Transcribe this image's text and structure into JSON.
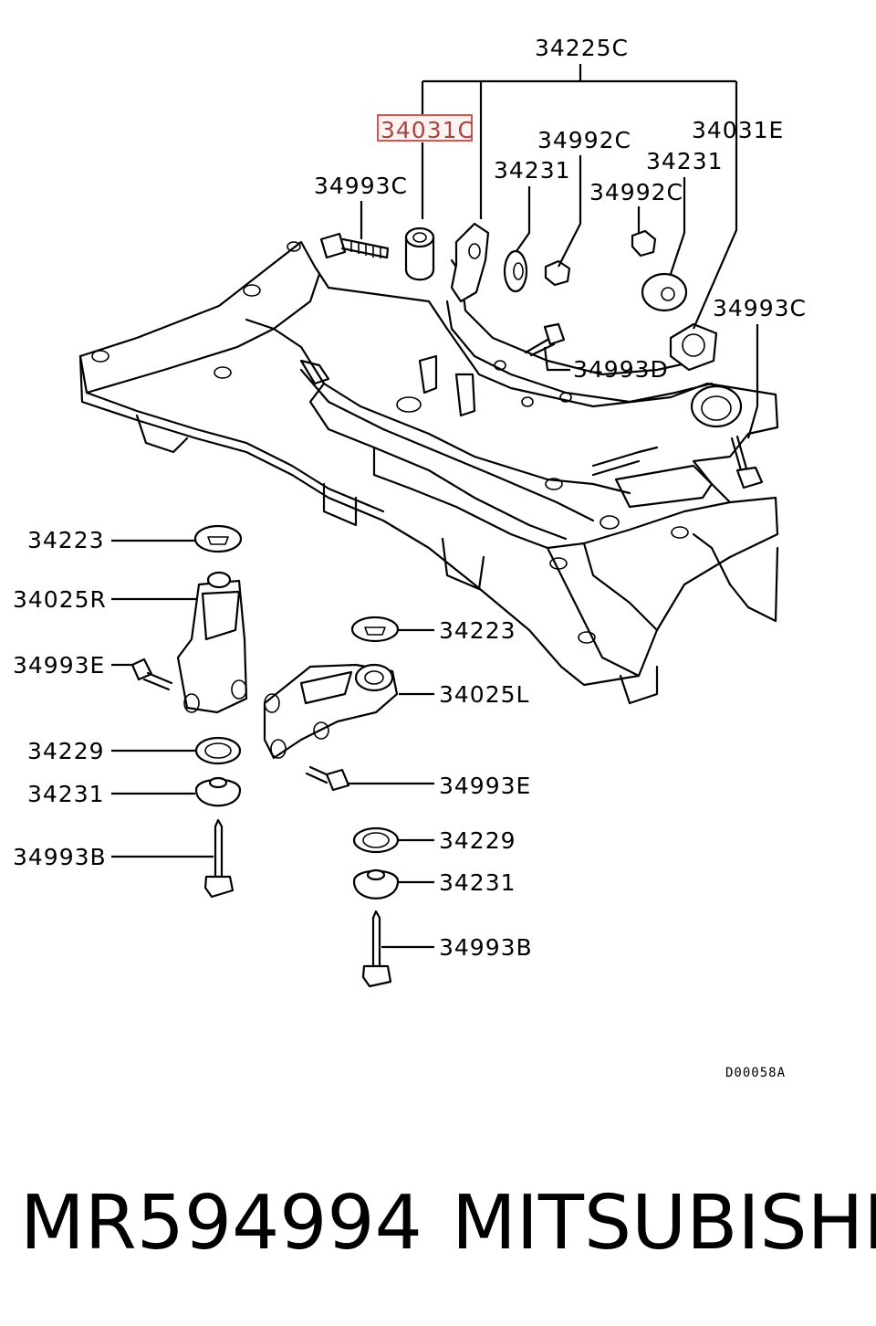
{
  "callouts": {
    "c34225C": "34225C",
    "c34031C": "34031C",
    "c34992C_top": "34992C",
    "c34031E": "34031E",
    "c34231_a": "34231",
    "c34231_b": "34231",
    "c34993C_left": "34993C",
    "c34992C_mid": "34992C",
    "c34993C_right": "34993C",
    "c34993D": "34993D",
    "c34223_left": "34223",
    "c34025R": "34025R",
    "c34993E_left": "34993E",
    "c34229_left": "34229",
    "c34231_left": "34231",
    "c34993B_left": "34993B",
    "c34223_right": "34223",
    "c34025L": "34025L",
    "c34993E_right": "34993E",
    "c34229_right": "34229",
    "c34231_right": "34231",
    "c34993B_right": "34993B"
  },
  "highlight_color": "#d9534f",
  "diagram_code": "D00058A",
  "footer": {
    "part_number": "MR594994",
    "brand": "MITSUBISHI"
  }
}
